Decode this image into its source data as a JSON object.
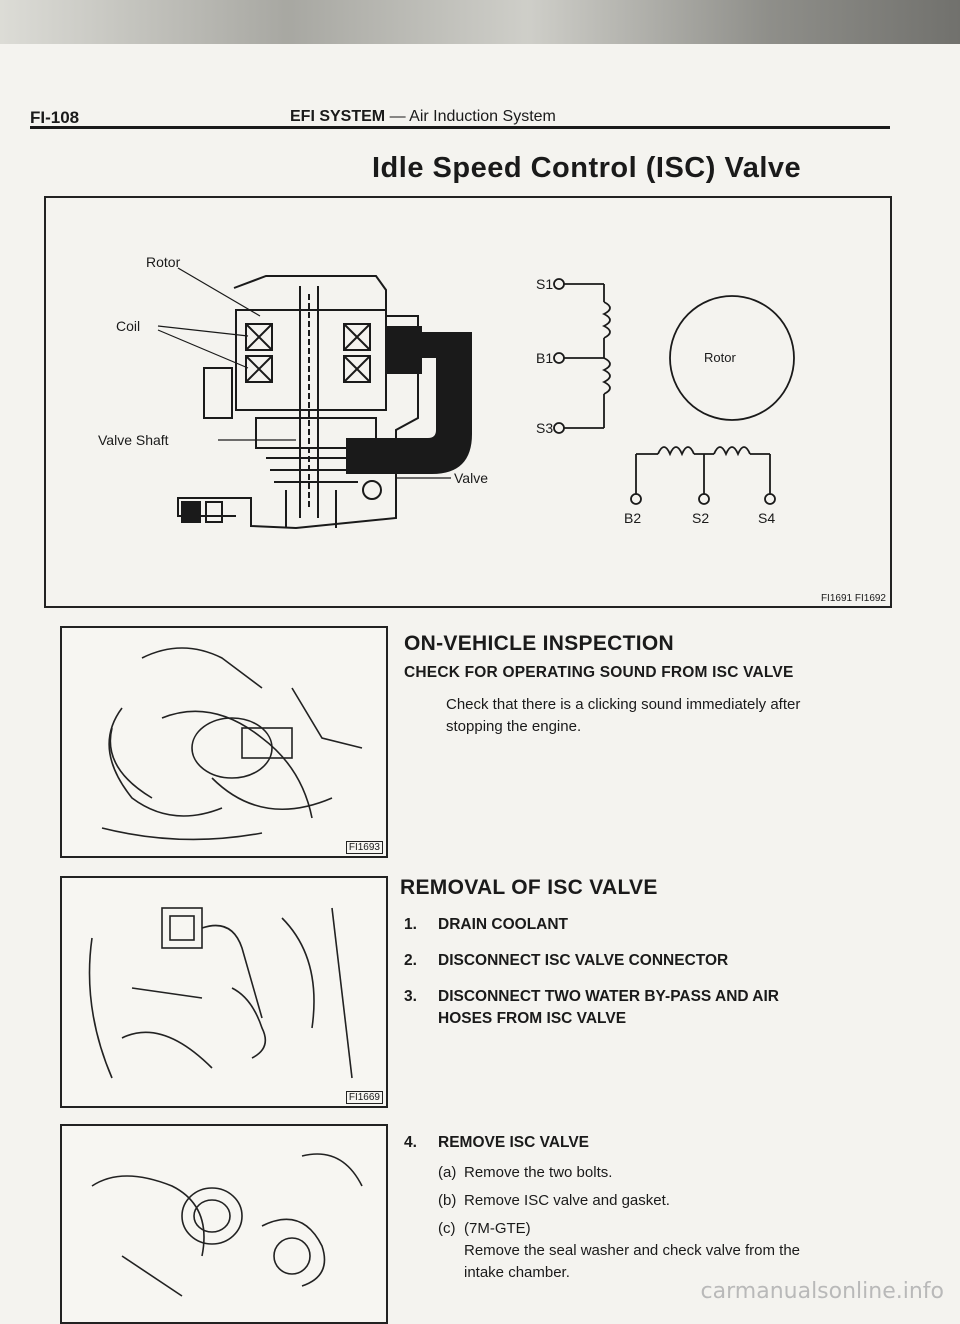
{
  "header": {
    "page_number": "FI-108",
    "section_bold": "EFI SYSTEM",
    "section_rest": "— Air Induction System"
  },
  "title": "Idle Speed Control (ISC) Valve",
  "diagram": {
    "labels": {
      "rotor": "Rotor",
      "coil": "Coil",
      "valve_shaft": "Valve Shaft",
      "valve": "Valve",
      "circuit_rotor": "Rotor",
      "s1": "S1",
      "b1": "B1",
      "s3": "S3",
      "b2": "B2",
      "s2": "S2",
      "s4": "S4"
    },
    "figure_code": "FI1691 FI1692"
  },
  "photos": [
    {
      "figure_code": "FI1693"
    },
    {
      "figure_code": "FI1669"
    },
    {
      "figure_code": ""
    }
  ],
  "inspection": {
    "heading": "ON-VEHICLE INSPECTION",
    "subheading": "CHECK FOR OPERATING SOUND FROM ISC VALVE",
    "text_line1": "Check that there is a clicking sound immediately after",
    "text_line2": "stopping the engine."
  },
  "removal": {
    "heading": "REMOVAL OF ISC VALVE",
    "steps": [
      {
        "num": "1.",
        "text": "DRAIN COOLANT"
      },
      {
        "num": "2.",
        "text": "DISCONNECT ISC VALVE CONNECTOR"
      },
      {
        "num": "3.",
        "text": "DISCONNECT TWO WATER BY-PASS AND AIR",
        "text2": "HOSES FROM ISC VALVE"
      },
      {
        "num": "4.",
        "text": "REMOVE ISC VALVE"
      }
    ],
    "substeps": [
      {
        "num": "(a)",
        "text": "Remove the two bolts."
      },
      {
        "num": "(b)",
        "text": "Remove ISC valve and gasket."
      },
      {
        "num": "(c)",
        "text": "(7M-GTE)",
        "text2": "Remove the seal washer and check valve from the",
        "text3": "intake chamber."
      }
    ]
  },
  "watermark": "carmanualsonline.info"
}
